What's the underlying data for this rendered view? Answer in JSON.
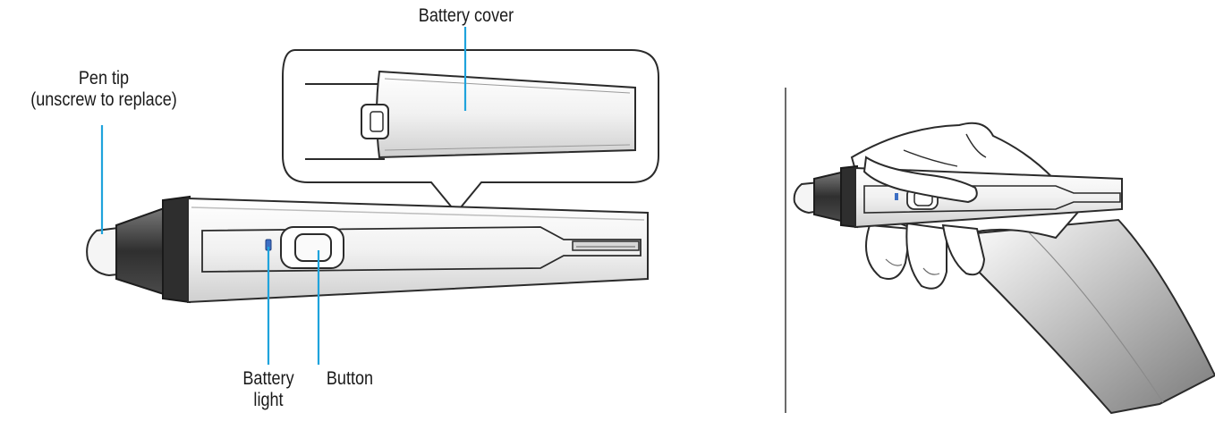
{
  "labels": {
    "battery_cover": "Battery cover",
    "pen_tip_line1": "Pen tip",
    "pen_tip_line2": "(unscrew to replace)",
    "battery_light_line1": "Battery",
    "battery_light_line2": "light",
    "button": "Button"
  },
  "colors": {
    "callout_line": "#1fa3dc",
    "outline": "#2b2b2b",
    "pen_body": "#f2f2f2",
    "pen_dark": "#3a3a3a",
    "battery_led": "#3d6fc4"
  }
}
